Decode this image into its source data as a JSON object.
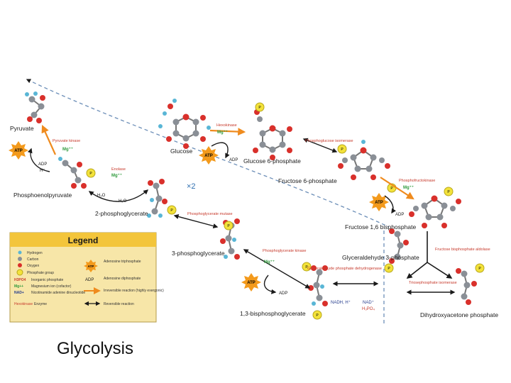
{
  "caption": "Glycolysis",
  "legend": {
    "title": "Legend",
    "items": [
      {
        "key": "H",
        "label": "Hydrogen"
      },
      {
        "key": "C",
        "label": "Carbon"
      },
      {
        "key": "O",
        "label": "Oxygen"
      },
      {
        "key": "P",
        "label": "Phosphate group"
      },
      {
        "key": "H3PO4",
        "label": "Inorganic phosphate"
      },
      {
        "key": "Mg++",
        "label": "Magnesium ion (cofactor)"
      },
      {
        "key": "NAD+",
        "label": "Nicotinamide adenine dinucleotide"
      },
      {
        "key": "Hexokinase",
        "label": "Enzyme"
      },
      {
        "key": "ATP",
        "label": "Adenosine triphosphate"
      },
      {
        "key": "ADP",
        "label": "Adenosine diphosphate"
      },
      {
        "key": "arrow-orange",
        "label": "Irreversible reaction (highly exergonic)"
      },
      {
        "key": "arrow-black",
        "label": "Reversible reaction"
      }
    ]
  },
  "compounds": {
    "pyruvate": "Pyruvate",
    "pep": "Phosphoenolpyruvate",
    "pg2": "2-phosphoglycerate",
    "pg3": "3-phosphoglycerate",
    "bpg": "1,3-bisphosphoglycerate",
    "glucose": "Glucose",
    "g6p": "Glucose 6-phosphate",
    "f6p": "Fructose 6-phosphate",
    "f16bp": "Fructose 1,6 bisphosphate",
    "g3p": "Glyceraldehyde 3-phosphate",
    "dhap": "Dihydroxyacetone phosphate"
  },
  "enzymes": {
    "pk": "Pyruvate kinase",
    "enolase": "Enolase",
    "pgm": "Phosphoglycerate mutase",
    "pgk": "Phosphoglycerate kinase",
    "gapdh": "Glyceraldehyde phosphate dehydrogenase",
    "hexokinase": "Hexokinase",
    "gpi": "Phosphoglucose isomerase",
    "pfk": "Phosphofructokinase",
    "aldolase": "Fructose bisphosphate aldolase",
    "tpi": "Triosephosphate isomerase"
  },
  "species": {
    "atp": "ATP",
    "adp": "ADP",
    "h": "H⁺",
    "h2o": "H₂O",
    "mg": "Mg⁺⁺",
    "nadh": "NADH, H⁺",
    "nad": "NAD⁺",
    "h3po4": "H₃PO₄",
    "p": "P",
    "x2": "×2"
  },
  "colors": {
    "carbon": "#8a8f96",
    "oxygen": "#d9302b",
    "hydrogen": "#59b6d6",
    "phosphate": "#f3e23a",
    "atp": "#f39a1c",
    "irreversible": "#ef8b1e",
    "reversible": "#1a1a1a",
    "divider": "#6d8fb8",
    "legend_bg": "#f7e6a8",
    "legend_title_bg": "#f3c53b"
  }
}
